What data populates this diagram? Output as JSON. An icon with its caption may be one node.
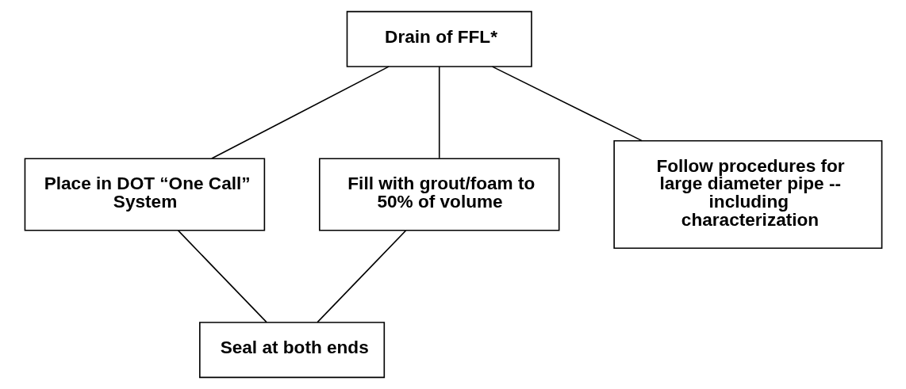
{
  "diagram": {
    "nodes": [
      {
        "text": [
          "Drain of FFL*"
        ]
      },
      {
        "text": [
          "Place in DOT “One Call” System"
        ]
      },
      {
        "text": [
          "Fill with grout/foam to 50% of volume"
        ]
      },
      {
        "text": [
          "Follow procedures for large diameter pipe -- including characterization"
        ]
      },
      {
        "text": [
          "Seal at both ends"
        ]
      }
    ],
    "edges": [
      {
        "from": 0,
        "to": 1,
        "arrow": "none"
      },
      {
        "from": 0,
        "to": 2,
        "arrow": "none"
      },
      {
        "from": 0,
        "to": 3,
        "arrow": "none"
      },
      {
        "from": 1,
        "to": 4,
        "arrow": "none"
      },
      {
        "from": 2,
        "to": 4,
        "arrow": "none"
      }
    ]
  }
}
